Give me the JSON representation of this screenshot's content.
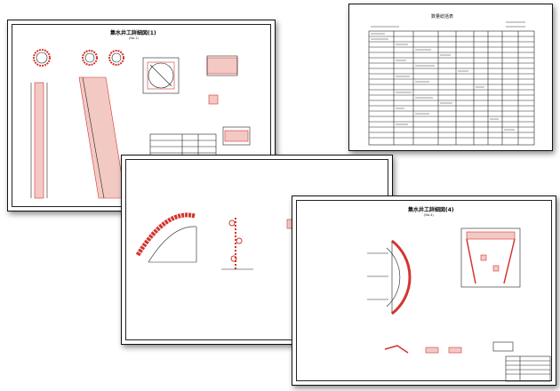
{
  "sheets": {
    "sheet1": {
      "title": "集水井工詳細図(1)",
      "subtitle": "(No.1)"
    },
    "sheet2": {
      "title": "数量総括表"
    },
    "sheet4": {
      "title": "集水井工詳細図(4)",
      "subtitle": "(No.4)"
    }
  },
  "colors": {
    "accent": "#d4352f",
    "line": "#222222",
    "shadow": "#555555"
  }
}
